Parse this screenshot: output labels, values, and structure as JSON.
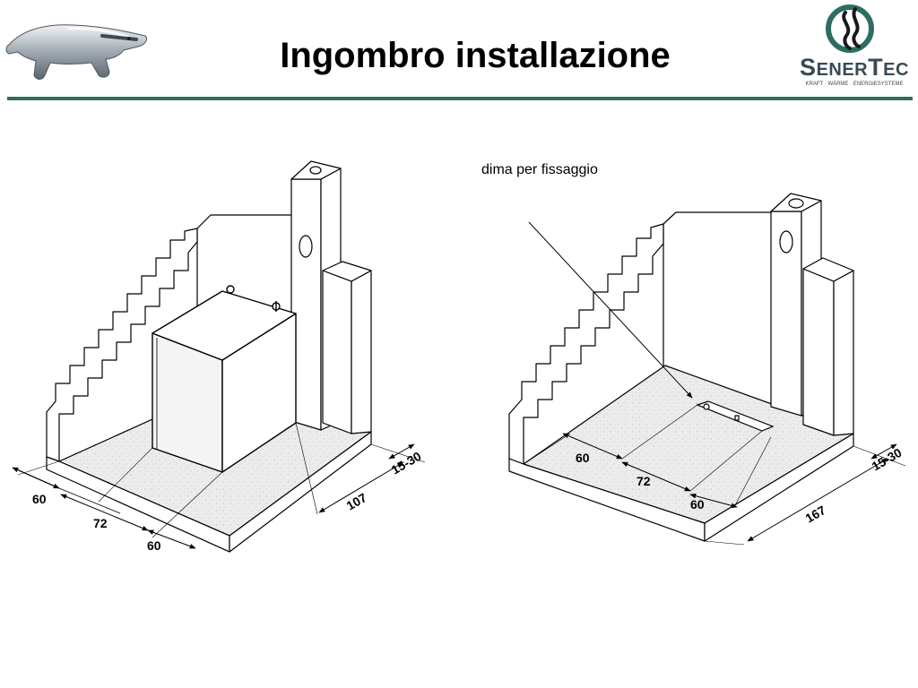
{
  "slide": {
    "title": "Ingombro installazione"
  },
  "brand": {
    "name_initial_s": "S",
    "name_rest_1": "ENER",
    "name_initial_t": "T",
    "name_rest_2": "EC",
    "tagline": "KRAFT · WÄRME · ENERGIESYSTEME",
    "color": "#2e6e62"
  },
  "left_diagram": {
    "dim_front_1": "60",
    "dim_front_2": "72",
    "dim_front_3": "60",
    "dim_side": "107",
    "dim_gap": "15-30"
  },
  "right_diagram": {
    "callout": "dima per fissaggio",
    "dim_front_1": "60",
    "dim_front_2": "72",
    "dim_front_3": "60",
    "dim_side": "167",
    "dim_gap": "15-30"
  },
  "icons": {
    "left_logo": "badger-mascot-icon",
    "right_logo": "senertec-emblem-icon"
  }
}
